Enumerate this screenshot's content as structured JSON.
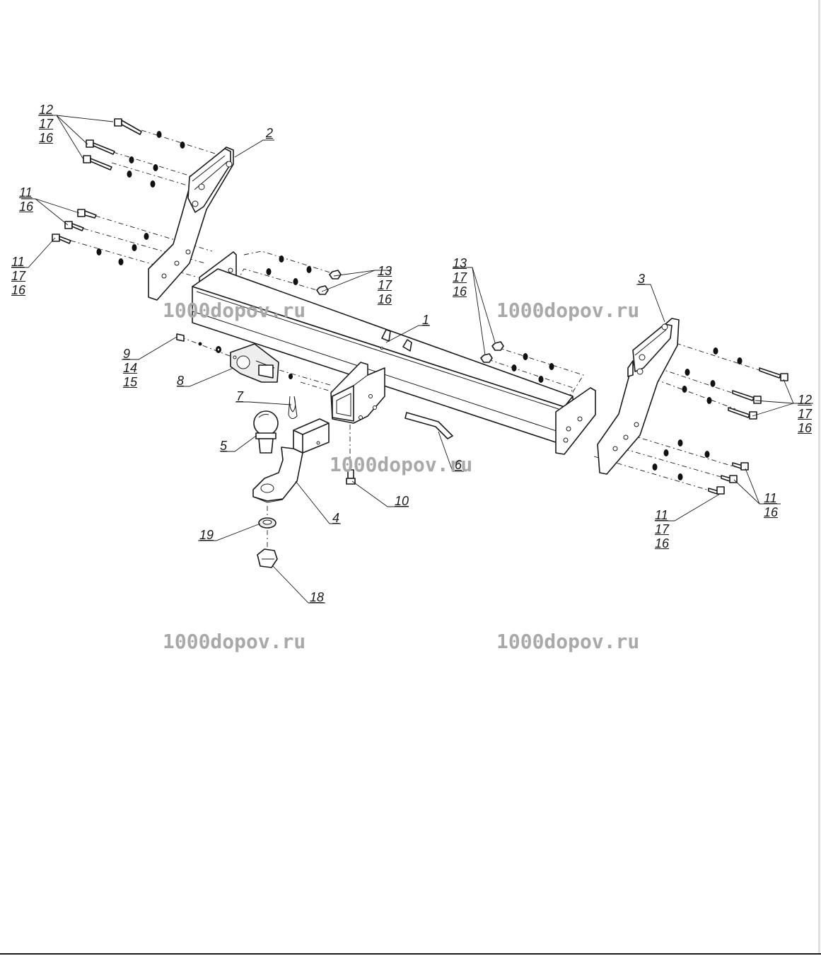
{
  "callouts": [
    {
      "id": "c12a",
      "lines": [
        "12",
        "17",
        "16"
      ]
    },
    {
      "id": "c11a",
      "lines": [
        "11",
        "16"
      ]
    },
    {
      "id": "c11b",
      "lines": [
        "11",
        "17",
        "16"
      ]
    },
    {
      "id": "c2",
      "lines": [
        "2"
      ]
    },
    {
      "id": "c13a",
      "lines": [
        "13",
        "17",
        "16"
      ]
    },
    {
      "id": "c13b",
      "lines": [
        "13",
        "17",
        "16"
      ]
    },
    {
      "id": "c3",
      "lines": [
        "3"
      ]
    },
    {
      "id": "c1",
      "lines": [
        "1"
      ]
    },
    {
      "id": "c9",
      "lines": [
        "9",
        "14",
        "15"
      ]
    },
    {
      "id": "c8",
      "lines": [
        "8"
      ]
    },
    {
      "id": "c7",
      "lines": [
        "7"
      ]
    },
    {
      "id": "c5",
      "lines": [
        "5"
      ]
    },
    {
      "id": "c6",
      "lines": [
        "6"
      ]
    },
    {
      "id": "c10",
      "lines": [
        "10"
      ]
    },
    {
      "id": "c4",
      "lines": [
        "4"
      ]
    },
    {
      "id": "c19",
      "lines": [
        "19"
      ]
    },
    {
      "id": "c18",
      "lines": [
        "18"
      ]
    },
    {
      "id": "c12b",
      "lines": [
        "12",
        "17",
        "16"
      ]
    },
    {
      "id": "c11c",
      "lines": [
        "11",
        "16"
      ]
    },
    {
      "id": "c11d",
      "lines": [
        "11",
        "17",
        "16"
      ]
    }
  ],
  "watermarks": [
    "1000dopov.ru",
    "1000dopov.ru",
    "1000dopov.ru",
    "1000dopov.ru",
    "1000dopov.ru"
  ]
}
